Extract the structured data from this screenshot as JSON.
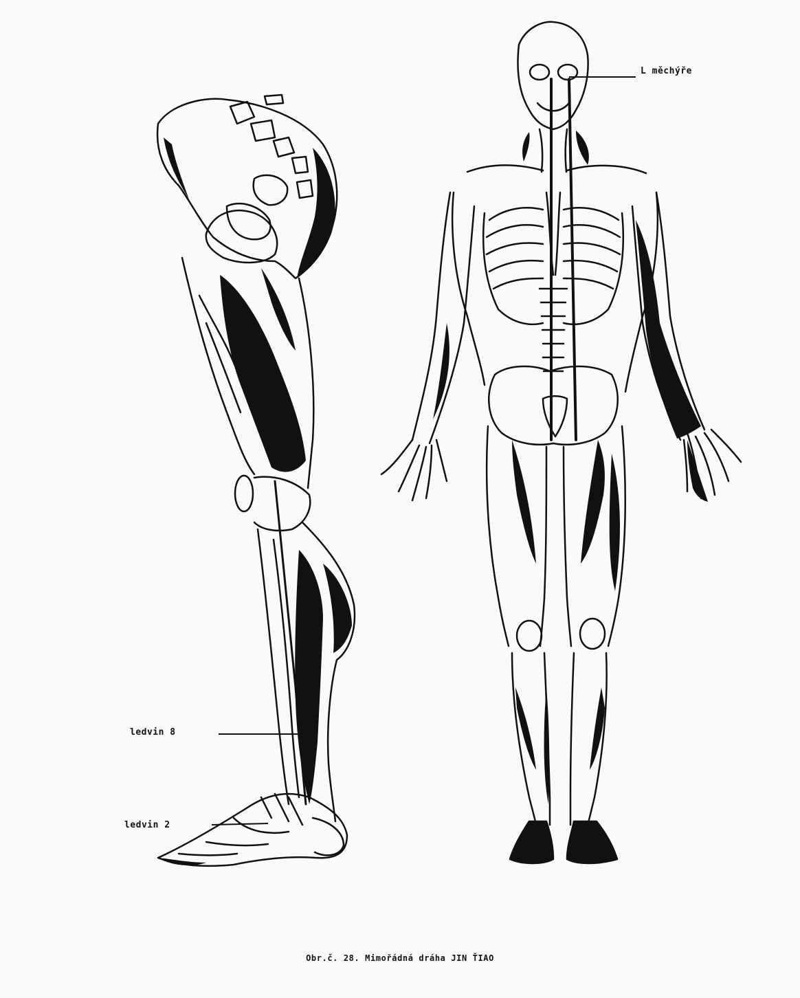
{
  "labels": {
    "bladder_point": "L měchýře",
    "kidney_8": "ledvin 8",
    "kidney_2": "ledvin 2"
  },
  "caption": "Obr.č. 28. Mimořádná dráha JIN ŤIAO"
}
